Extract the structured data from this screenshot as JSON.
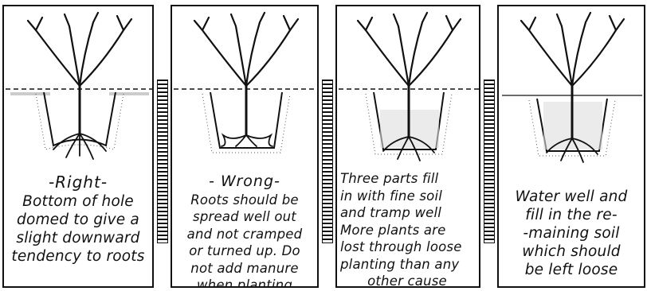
{
  "panels": [
    {
      "heading": "-Right-",
      "lines": [
        "Bottom of hole",
        "domed to give a",
        "slight downward",
        "tendency to roots"
      ]
    },
    {
      "heading": "- Wrong-",
      "lines": [
        "Roots should be",
        "spread well out",
        "and not cramped",
        "or turned up. Do",
        "not add manure",
        "when planting"
      ]
    },
    {
      "heading": "",
      "lines": [
        "Three parts fill",
        "in with fine soil",
        "and tramp well",
        "More plants are",
        "lost through loose",
        "planting than any",
        "other cause"
      ]
    },
    {
      "heading": "",
      "lines": [
        "Water well and",
        "fill in the re-",
        "-maining soil",
        "which should",
        "be left loose"
      ]
    }
  ]
}
